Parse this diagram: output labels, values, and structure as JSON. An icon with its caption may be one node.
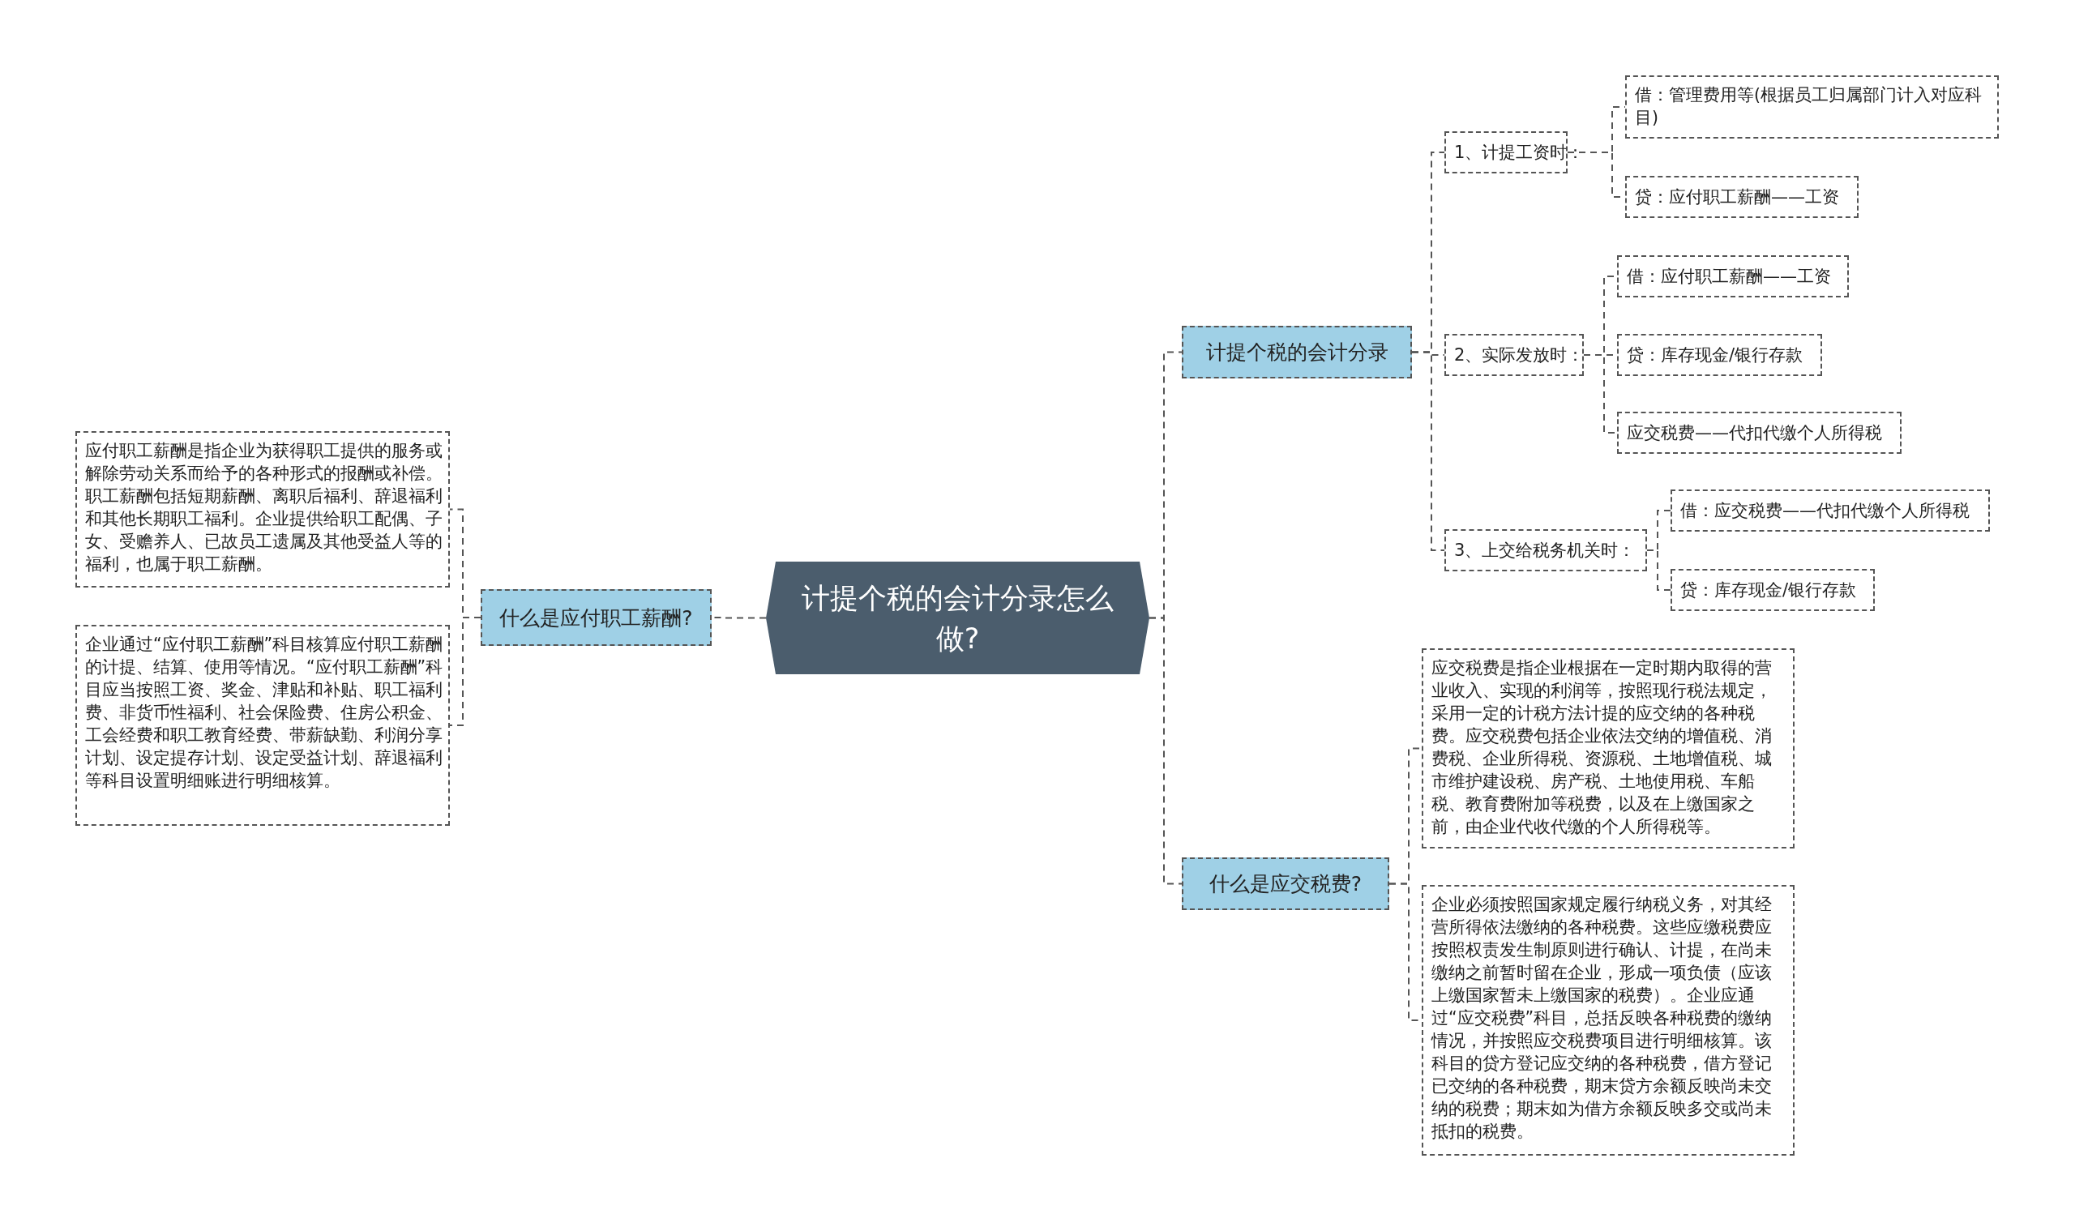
{
  "diagram": {
    "nodes": [
      {
        "text": [
          "计提个税的会计分录怎么做?"
        ]
      },
      {
        "text": [
          "什么是应付职工薪酬?"
        ]
      },
      {
        "text": [
          "应付职工薪酬是指企业为获得职工提供的服务或解除劳动关系而给予的各种形式的报酬或补偿。职工薪酬包括短期薪酬、离职后福利、辞退福利和其他长期职工福利。企业提供给职工配偶、子女、受赡养人、已故员工遗属及其他受益人等的福利，也属于职工薪酬。"
        ]
      },
      {
        "text": [
          "企业通过“应付职工薪酬”科目核算应付职工薪酬的计提、结算、使用等情况。“应付职工薪酬”科目应当按照工资、奖金、津贴和补贴、职工福利费、非货币性福利、社会保险费、住房公积金、工会经费和职工教育经费、带薪缺勤、利润分享计划、设定提存计划、设定受益计划、辞退福利等科目设置明细账进行明细核算。"
        ]
      },
      {
        "text": [
          "计提个税的会计分录"
        ]
      },
      {
        "text": [
          "1、计提工资时："
        ]
      },
      {
        "text": [
          "借：管理费用等(根据员工归属部门计入对应科目)"
        ]
      },
      {
        "text": [
          "贷：应付职工薪酬——工资"
        ]
      },
      {
        "text": [
          "2、实际发放时："
        ]
      },
      {
        "text": [
          "借：应付职工薪酬——工资"
        ]
      },
      {
        "text": [
          "贷：库存现金/银行存款"
        ]
      },
      {
        "text": [
          "应交税费——代扣代缴个人所得税"
        ]
      },
      {
        "text": [
          "3、上交给税务机关时："
        ]
      },
      {
        "text": [
          "借：应交税费——代扣代缴个人所得税"
        ]
      },
      {
        "text": [
          "贷：库存现金/银行存款"
        ]
      },
      {
        "text": [
          "什么是应交税费?"
        ]
      },
      {
        "text": [
          "应交税费是指企业根据在一定时期内取得的营业收入、实现的利润等，按照现行税法规定，采用一定的计税方法计提的应交纳的各种税费。应交税费包括企业依法交纳的增值税、消费税、企业所得税、资源税、土地增值税、城市维护建设税、房产税、土地使用税、车船税、教育费附加等税费，以及在上缴国家之前，由企业代收代缴的个人所得税等。"
        ]
      },
      {
        "text": [
          "企业必须按照国家规定履行纳税义务，对其经营所得依法缴纳的各种税费。这些应缴税费应按照权责发生制原则进行确认、计提，在尚未缴纳之前暂时留在企业，形成一项负债（应该上缴国家暂未上缴国家的税费）。企业应通过“应交税费”科目，总括反映各种税费的缴纳情况，并按照应交税费项目进行明细核算。该科目的贷方登记应交纳的各种税费，借方登记已交纳的各种税费，期末贷方余额反映尚未交纳的税费；期末如为借方余额反映多交或尚未抵扣的税费。"
        ]
      }
    ],
    "edges": [
      {
        "from": 0,
        "to": 1,
        "arrow": "none"
      },
      {
        "from": 0,
        "to": 4,
        "arrow": "none"
      },
      {
        "from": 0,
        "to": 15,
        "arrow": "none"
      },
      {
        "from": 1,
        "to": 2,
        "arrow": "none"
      },
      {
        "from": 1,
        "to": 3,
        "arrow": "none"
      },
      {
        "from": 4,
        "to": 5,
        "arrow": "none"
      },
      {
        "from": 4,
        "to": 8,
        "arrow": "none"
      },
      {
        "from": 4,
        "to": 12,
        "arrow": "none"
      },
      {
        "from": 5,
        "to": 6,
        "arrow": "none"
      },
      {
        "from": 5,
        "to": 7,
        "arrow": "none"
      },
      {
        "from": 8,
        "to": 9,
        "arrow": "none"
      },
      {
        "from": 8,
        "to": 10,
        "arrow": "none"
      },
      {
        "from": 8,
        "to": 11,
        "arrow": "none"
      },
      {
        "from": 12,
        "to": 13,
        "arrow": "none"
      },
      {
        "from": 12,
        "to": 14,
        "arrow": "none"
      },
      {
        "from": 15,
        "to": 16,
        "arrow": "none"
      },
      {
        "from": 15,
        "to": 17,
        "arrow": "none"
      }
    ]
  }
}
